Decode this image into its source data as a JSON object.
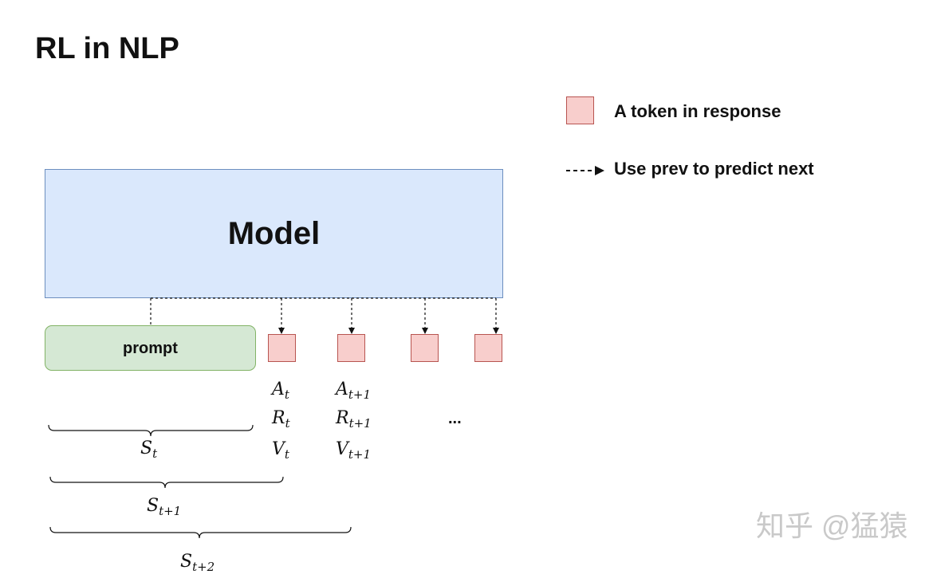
{
  "title": "RL in NLP",
  "legend": {
    "token_label": "A token in response",
    "arrow_label": "Use prev to predict next"
  },
  "model_label": "Model",
  "prompt_label": "prompt",
  "tokens": {
    "col1": {
      "action": {
        "base": "A",
        "sub": "t"
      },
      "reward": {
        "base": "R",
        "sub": "t"
      },
      "value": {
        "base": "V",
        "sub": "t"
      }
    },
    "col2": {
      "action": {
        "base": "A",
        "sub": "t+1"
      },
      "reward": {
        "base": "R",
        "sub": "t+1"
      },
      "value": {
        "base": "V",
        "sub": "t+1"
      }
    },
    "ellipsis": "..."
  },
  "states": {
    "s_t": {
      "base": "S",
      "sub": "t"
    },
    "s_t1": {
      "base": "S",
      "sub": "t+1"
    },
    "s_t2": {
      "base": "S",
      "sub": "t+2"
    }
  },
  "watermark": "知乎 @猛猿",
  "colors": {
    "model_fill": "#dae8fc",
    "model_stroke": "#6c8ebf",
    "prompt_fill": "#d5e8d4",
    "prompt_stroke": "#82b366",
    "token_fill": "#f8cecc",
    "token_stroke": "#b85450"
  }
}
